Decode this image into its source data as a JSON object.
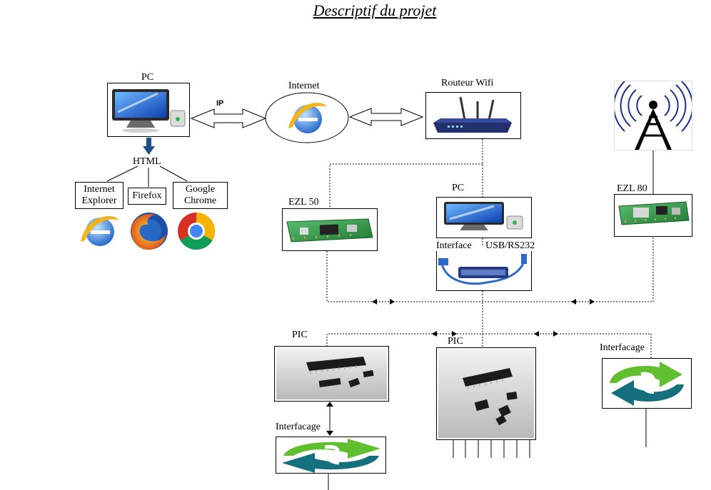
{
  "title": "Descriptif du projet",
  "nodes": {
    "pc_top": "PC",
    "internet": "Internet",
    "router": "Routeur Wifi",
    "ip": "IP",
    "html": "HTML",
    "browser_ie": [
      "Internet",
      "Explorer"
    ],
    "browser_firefox": "Firefox",
    "browser_chrome": [
      "Google",
      "Chrome"
    ],
    "ezl50": "EZL 50",
    "pc_mid": "PC",
    "ezl80": "EZL 80",
    "interface": "Interface",
    "usb": "USB/RS232",
    "pic_left": "PIC",
    "pic_mid": "PIC",
    "interfacage_right": "Interfacage",
    "interfacage_left": "Interfacage"
  },
  "icons": {
    "monitor": "monitor-icon",
    "ie": "internet-explorer-icon",
    "firefox": "firefox-icon",
    "chrome": "chrome-icon",
    "router": "wifi-router-icon",
    "antenna": "radio-antenna-icon",
    "module": "circuit-module-icon",
    "cable": "usb-serial-cable-icon",
    "chip": "pic-chip-icon",
    "sync": "sync-icon"
  },
  "colors": {
    "ie_blue": "#1e6fd6",
    "antenna_blue": "#1a2f8c",
    "board_green": "#2f8f3a",
    "sync_teal": "#15707e",
    "sync_green": "#5fbf2f",
    "html_arrow": "#1e4f8c"
  }
}
